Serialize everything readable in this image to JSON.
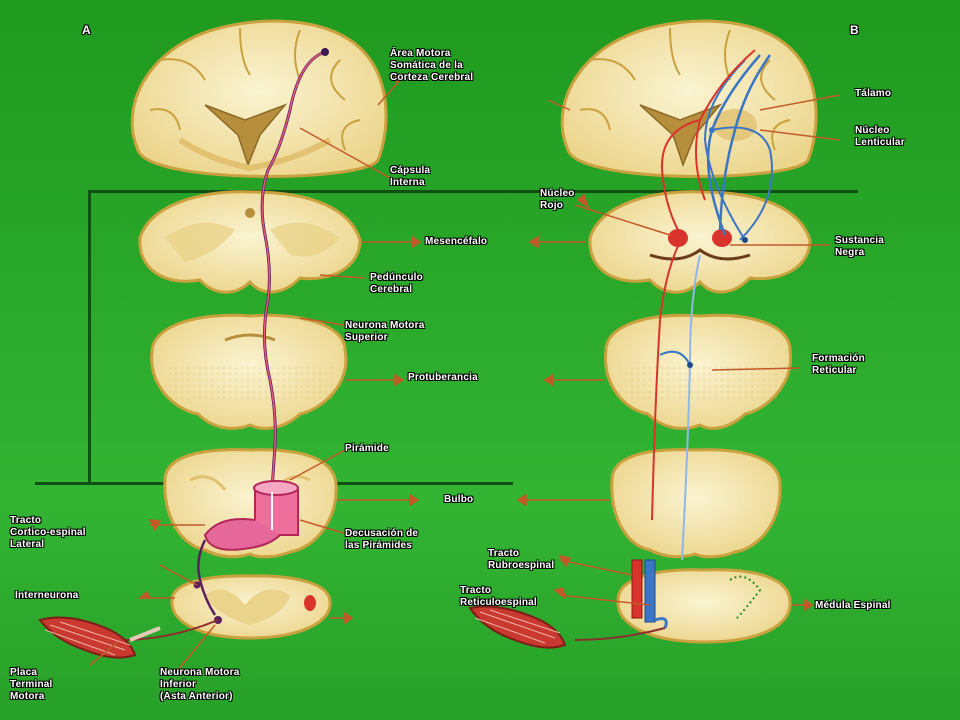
{
  "panels": {
    "a": "A",
    "b": "B"
  },
  "labels": {
    "area_motora": "Área Motora\nSomática de la\nCorteza Cerebral",
    "capsula_interna": "Cápsula\nInterna",
    "pedunculo_cerebral": "Pedúnculo\nCerebral",
    "neurona_motora_superior": "Neurona Motora\nSuperior",
    "piramide": "Pirámide",
    "tracto_corticoespinal": "Tracto\nCortico-espinal\nLateral",
    "decusacion_piramides": "Decusación de\nlas Pirámides",
    "interneurona": "Interneurona",
    "placa_terminal": "Placa\nTerminal\nMotora",
    "neurona_motora_inferior": "Neurona Motora\nInferior\n(Asta Anterior)",
    "talamo": "Tálamo",
    "nucleo_lenticular": "Núcleo\nLenticular",
    "nucleo_rojo": "Núcleo\nRojo",
    "sustancia_negra": "Sustancia\nNegra",
    "formacion_reticular": "Formación\nReticular",
    "tracto_rubroespinal": "Tracto\nRubroespinal",
    "tracto_reticuloespinal": "Tracto\nReticuloespinal",
    "medula_espinal": "Médula Espinal",
    "mesencefalo": "Mesencéfalo",
    "protuberancia": "Protuberancia",
    "bulbo": "Bulbo"
  },
  "colors": {
    "background": "#2aa82a",
    "tissue": "#f7eec0",
    "tissue_edge": "#c9a13e",
    "gray_matter": "#ead38a",
    "red_tract": "#d9342b",
    "blue_tract": "#3a76c4",
    "pink_pyramid": "#e85a8c",
    "leader_line": "#c25a28",
    "muscle": "#c9392f"
  }
}
